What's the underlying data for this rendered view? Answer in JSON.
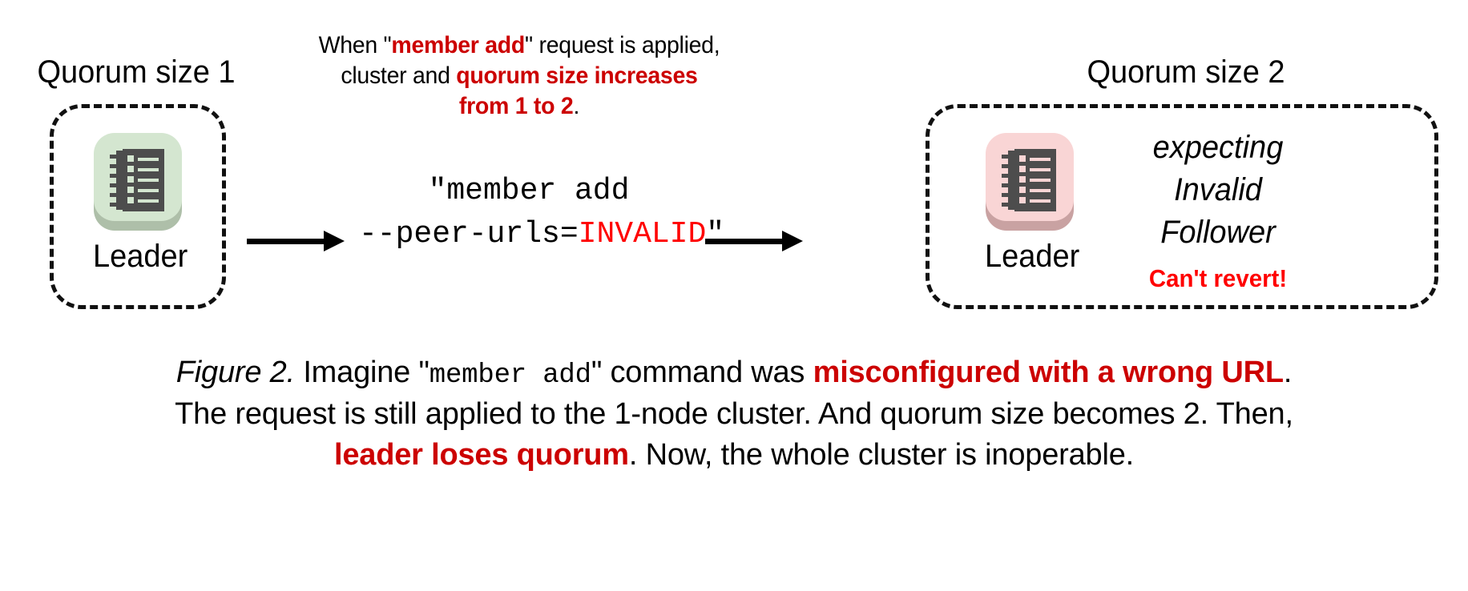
{
  "figure": {
    "top_note": {
      "line1_pre": "When \"",
      "line1_em": "member add",
      "line1_post": "\" request is applied,",
      "line2_pre": "cluster and ",
      "line2_em": "quorum size increases",
      "line3_em": "from 1 to 2",
      "line3_post": "."
    },
    "left_cluster": {
      "title": "Quorum size 1",
      "node_label": "Leader",
      "node_icon": "notebook-node-icon",
      "node_color": "#d4e6d0",
      "node_shadow_color": "#aebfa9"
    },
    "right_cluster": {
      "title": "Quorum size 2",
      "node_label": "Leader",
      "node_icon": "notebook-node-icon",
      "node_color": "#f9d5d5",
      "node_shadow_color": "#c9a2a2",
      "status_line1": "expecting",
      "status_line2": "Invalid",
      "status_line3": "Follower",
      "warning": "Can't revert!"
    },
    "command": {
      "line1": "\"member add",
      "line2_pre": "--peer-urls=",
      "line2_em": "INVALID",
      "line2_post": "\""
    },
    "arrows": {
      "left_arrow": "arrow-right-icon",
      "right_arrow": "arrow-right-icon"
    },
    "caption": {
      "label": "Figure 2.",
      "l1_a": " Imagine \"",
      "l1_mono": "member add",
      "l1_b": "\" command was ",
      "l1_em": "misconfigured with a wrong URL",
      "l1_c": ".",
      "l2": "The request is still applied to the 1-node cluster. And quorum size becomes 2. Then,",
      "l3_em": "leader loses quorum",
      "l3_post": ". Now, the whole cluster is inoperable."
    },
    "colors": {
      "emphasis_red": "#cc0000",
      "alert_red": "#ff0000",
      "ink": "#000000",
      "background": "#ffffff"
    }
  }
}
